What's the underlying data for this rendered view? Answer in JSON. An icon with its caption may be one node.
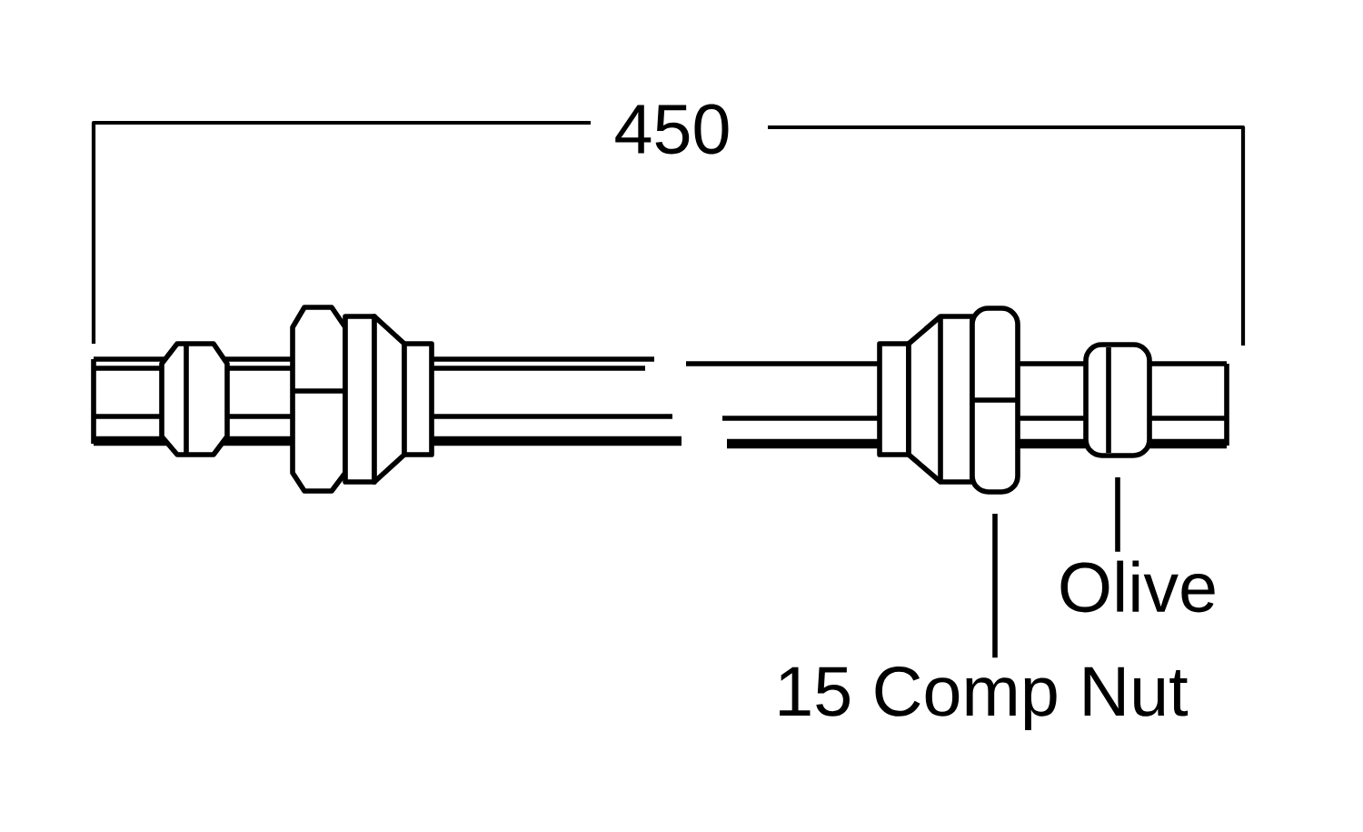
{
  "diagram": {
    "nodes": [
      {
        "text": [
          "Olive"
        ]
      },
      {
        "text": [
          "15 Comp Nut"
        ]
      },
      {
        "text": [],
        "shape": "picture"
      },
      {
        "text": [],
        "shape": "picture"
      }
    ],
    "edges": [
      {
        "from": 0,
        "to": 3,
        "arrow": "none"
      },
      {
        "from": 1,
        "to": 2,
        "arrow": "none"
      }
    ],
    "labels": [
      "450"
    ]
  }
}
